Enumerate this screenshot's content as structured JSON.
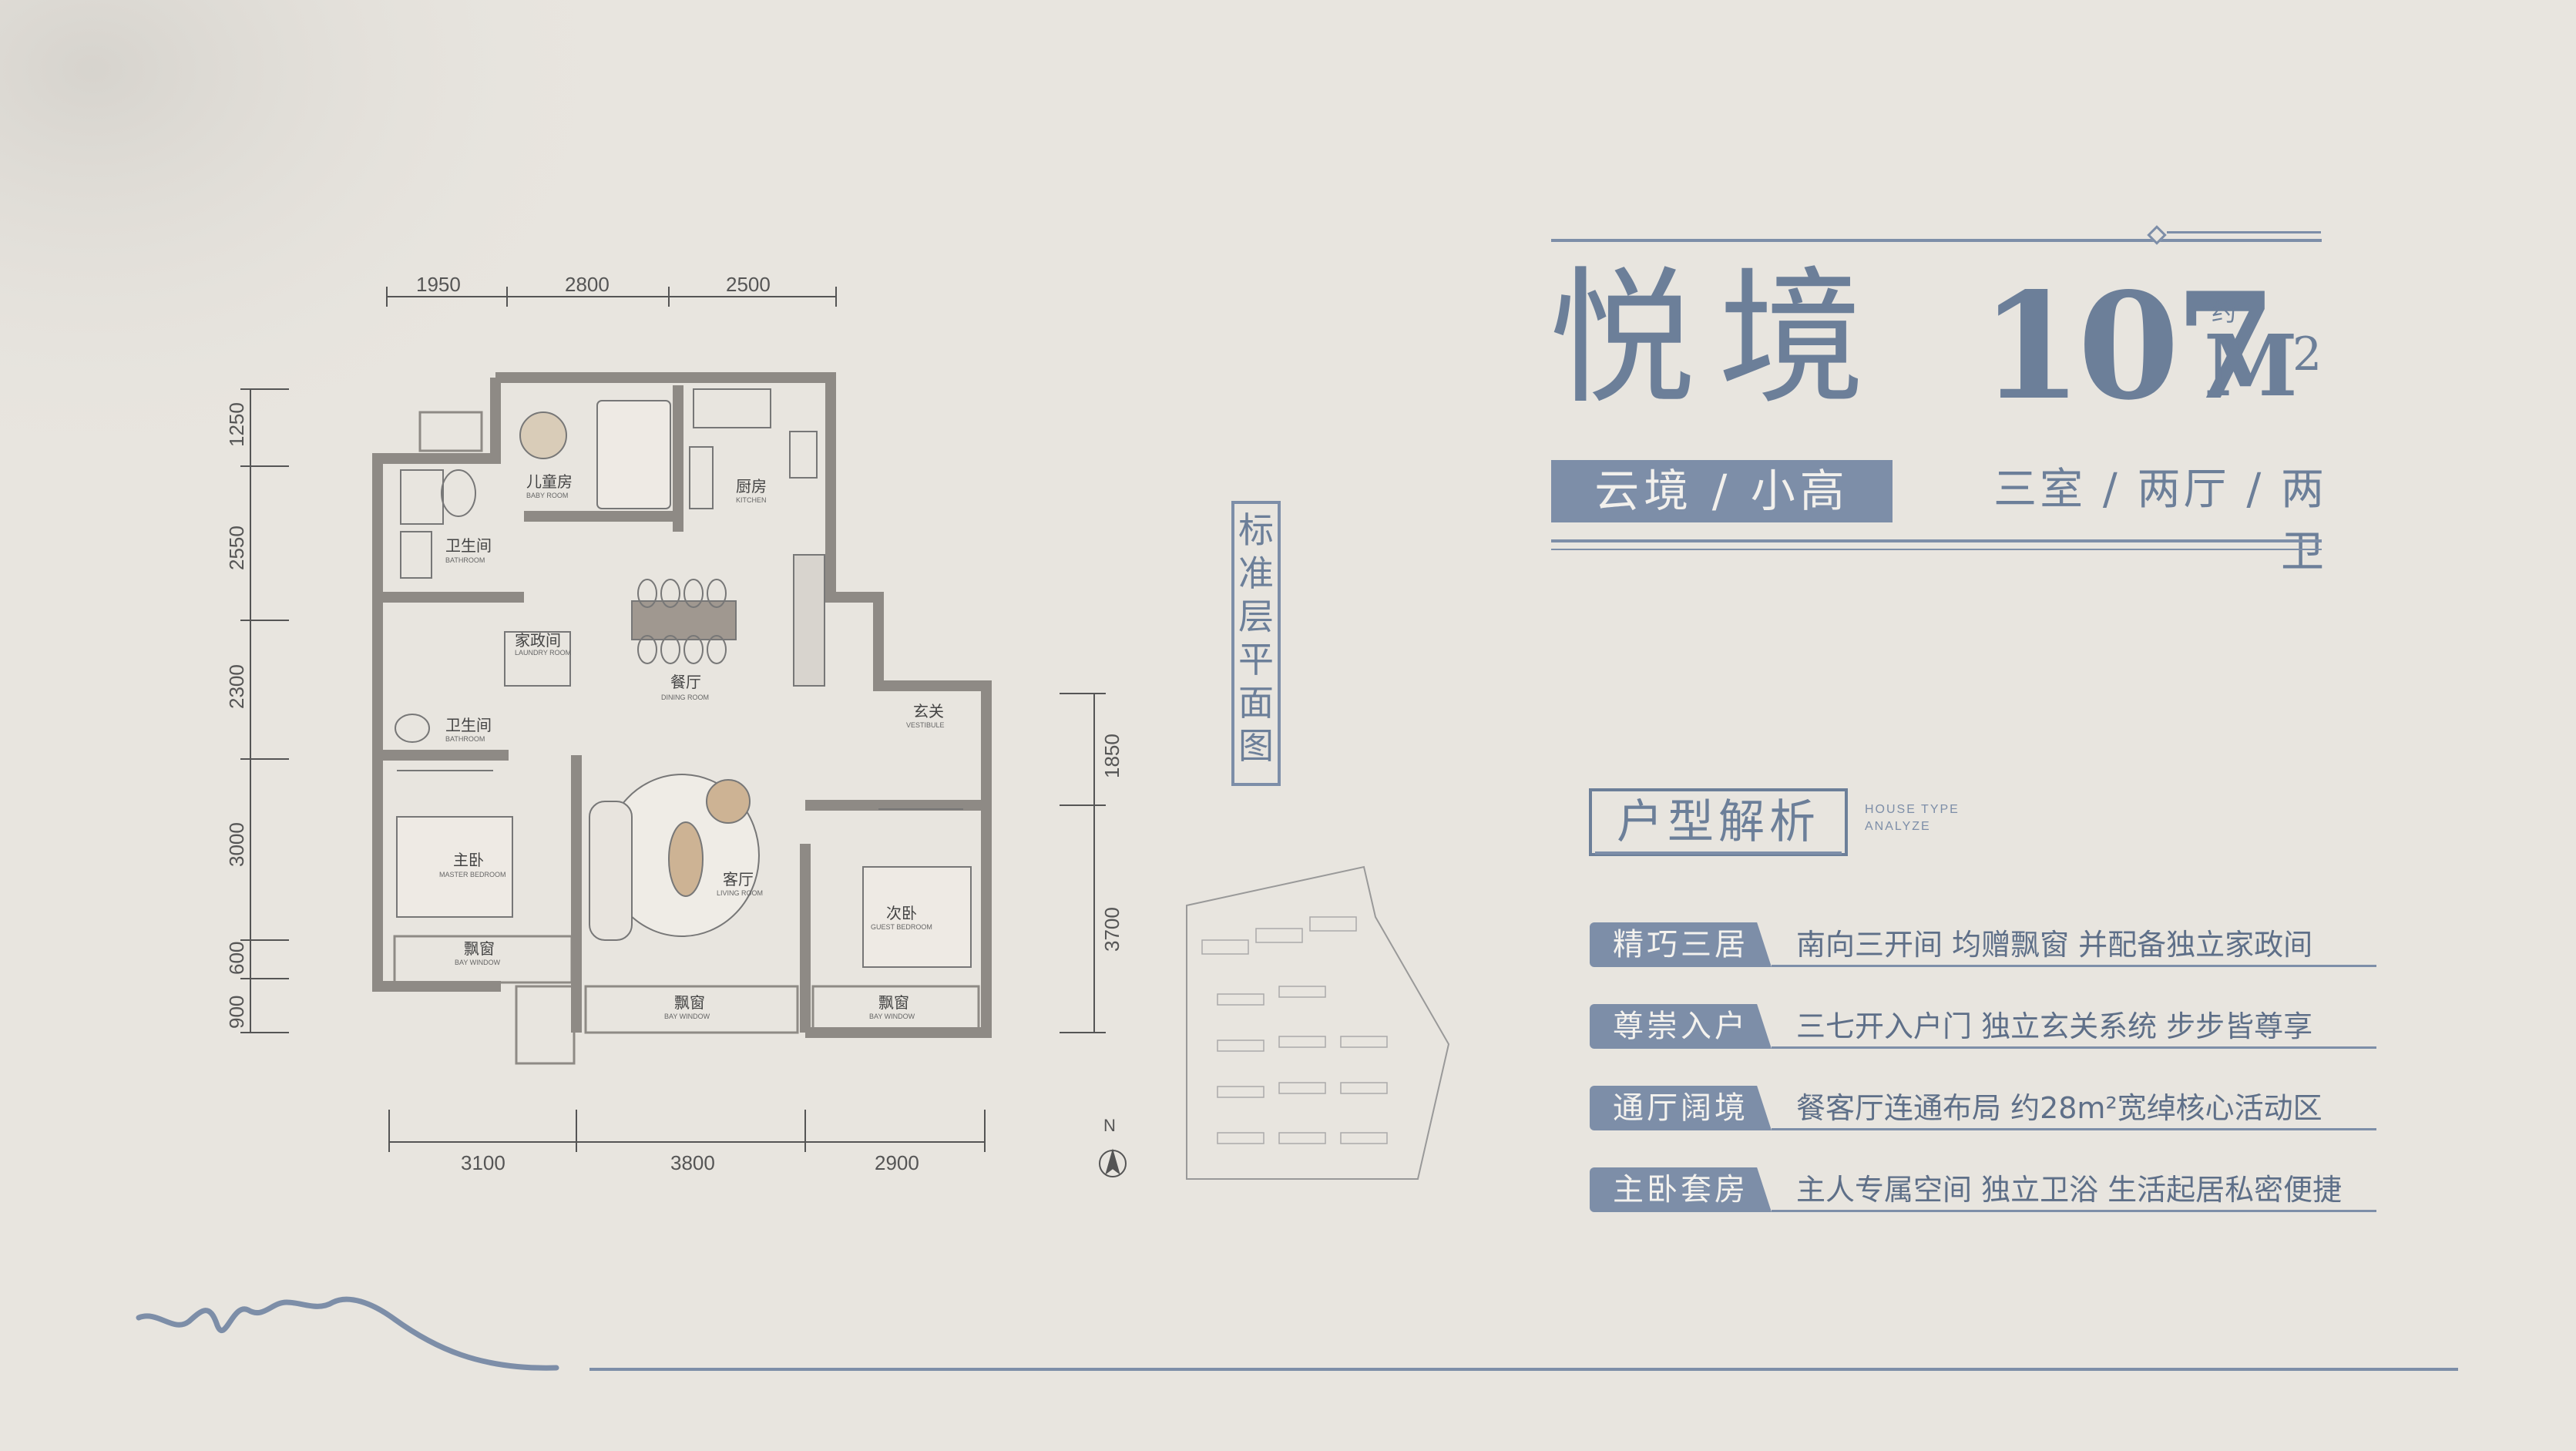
{
  "title": {
    "name": "悦境",
    "area": "107",
    "approx": "约",
    "unit": "M",
    "unit_sup": "2"
  },
  "subtitle": "云境 / 小高",
  "rooms_summary": "三室 / 两厅 / 两卫",
  "floor_label": "标准层平面图",
  "analysis": {
    "title": "户型解析",
    "en_line1": "HOUSE TYPE",
    "en_line2": "ANALYZE"
  },
  "features": [
    {
      "label": "精巧三居",
      "text": "南向三开间 均赠飘窗 并配备独立家政间"
    },
    {
      "label": "尊崇入户",
      "text": "三七开入户门 独立玄关系统 步步皆尊享"
    },
    {
      "label": "通厅阔境",
      "text": "餐客厅连通布局 约28m²宽绰核心活动区"
    },
    {
      "label": "主卧套房",
      "text": "主人专属空间 独立卫浴 生活起居私密便捷"
    }
  ],
  "dimensions": {
    "top": [
      "1950",
      "2800",
      "2500"
    ],
    "bottom": [
      "3100",
      "3800",
      "2900"
    ],
    "left": [
      "1250",
      "2550",
      "2300",
      "3000",
      "600",
      "900"
    ],
    "right": [
      "1850",
      "3700"
    ]
  },
  "plan_rooms": [
    {
      "zh": "儿童房",
      "en": "BABY ROOM"
    },
    {
      "zh": "厨房",
      "en": "KITCHEN"
    },
    {
      "zh": "卫生间",
      "en": "BATHROOM"
    },
    {
      "zh": "家政间",
      "en": "LAUNDRY ROOM"
    },
    {
      "zh": "餐厅",
      "en": "DINING ROOM"
    },
    {
      "zh": "玄关",
      "en": "VESTIBULE"
    },
    {
      "zh": "卫生间",
      "en": "BATHROOM"
    },
    {
      "zh": "主卧",
      "en": "MASTER BEDROOM"
    },
    {
      "zh": "客厅",
      "en": "LIVING ROOM"
    },
    {
      "zh": "次卧",
      "en": "GUEST BEDROOM"
    },
    {
      "zh": "飘窗",
      "en": "BAY WINDOW"
    },
    {
      "zh": "飘窗",
      "en": "BAY WINDOW"
    },
    {
      "zh": "飘窗",
      "en": "BAY WINDOW"
    }
  ],
  "north": "N",
  "colors": {
    "accent": "#7d8ea8",
    "text": "#6c7f99",
    "background": "#e8e5df",
    "wall": "#8e8a85"
  }
}
